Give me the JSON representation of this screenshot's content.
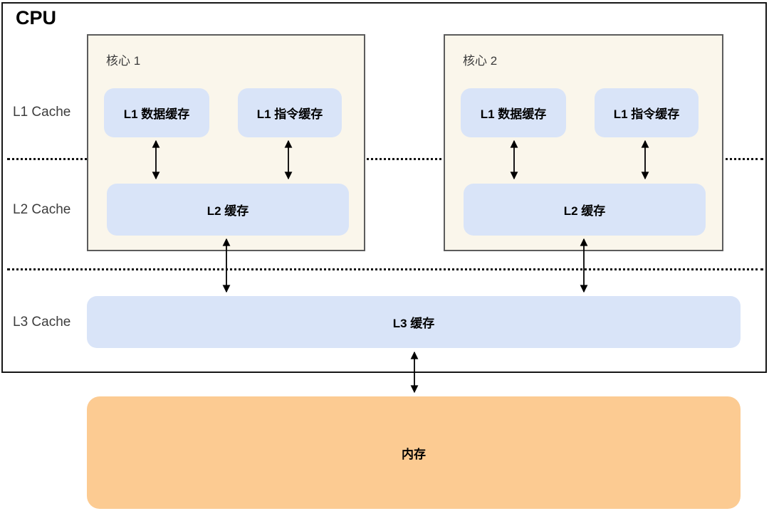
{
  "diagram": {
    "cpu_title": "CPU",
    "level_labels": {
      "l1": "L1 Cache",
      "l2": "L2 Cache",
      "l3": "L3 Cache"
    },
    "cores": [
      {
        "title": "核心 1",
        "l1_data": "L1 数据缓存",
        "l1_instr": "L1 指令缓存",
        "l2": "L2 缓存"
      },
      {
        "title": "核心 2",
        "l1_data": "L1 数据缓存",
        "l1_instr": "L1 指令缓存",
        "l2": "L2 缓存"
      }
    ],
    "l3_label": "L3 缓存",
    "memory_label": "内存",
    "connections": [
      {
        "from": "core1-l1-data-cache",
        "to": "core1-l2-cache",
        "type": "bidirectional-arrow"
      },
      {
        "from": "core1-l1-instruction-cache",
        "to": "core1-l2-cache",
        "type": "bidirectional-arrow"
      },
      {
        "from": "core2-l1-data-cache",
        "to": "core2-l2-cache",
        "type": "bidirectional-arrow"
      },
      {
        "from": "core2-l1-instruction-cache",
        "to": "core2-l2-cache",
        "type": "bidirectional-arrow"
      },
      {
        "from": "core1-l2-cache",
        "to": "l3-cache",
        "type": "bidirectional-arrow"
      },
      {
        "from": "core2-l2-cache",
        "to": "l3-cache",
        "type": "bidirectional-arrow"
      },
      {
        "from": "l3-cache",
        "to": "memory",
        "type": "bidirectional-arrow"
      }
    ]
  },
  "colors": {
    "core_bg": "#faf6eb",
    "core_border": "#5c5c5c",
    "cache_box_bg": "#d9e4f8",
    "memory_bg": "#fccb92",
    "cpu_border": "#161616",
    "arrow": "#000000",
    "level_label_text": "#3d3d3d"
  }
}
